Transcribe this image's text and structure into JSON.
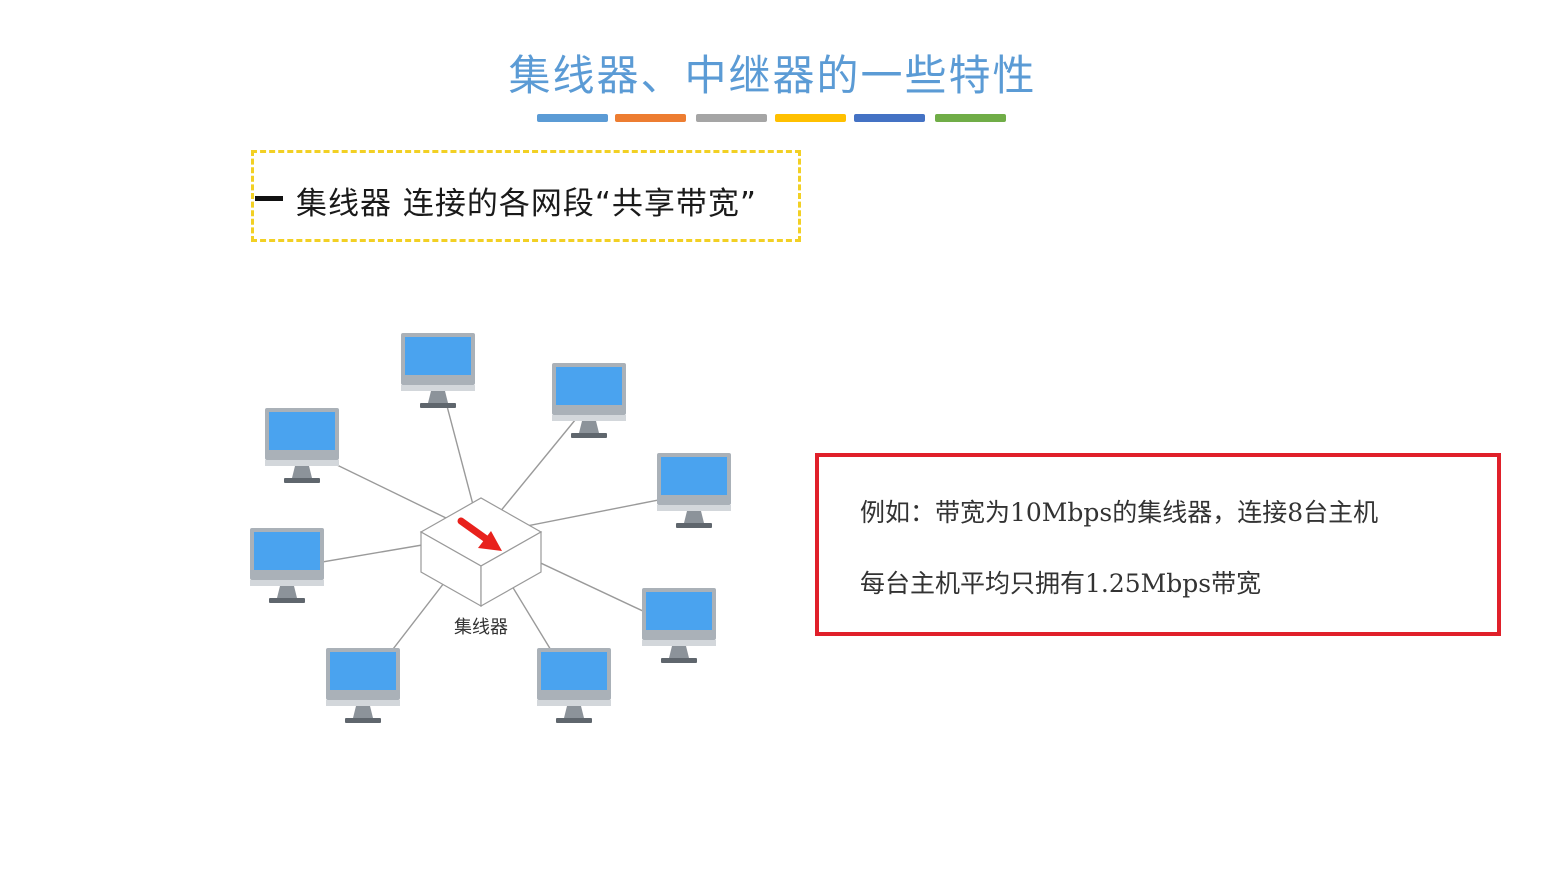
{
  "slide": {
    "title": "集线器、中继器的一些特性",
    "color_bars": [
      "#5b9bd5",
      "#ed7d31",
      "#a5a5a5",
      "#ffc000",
      "#4472c4",
      "#70ad47"
    ],
    "bullet": {
      "text": "集线器 连接的各网段“共享带宽”"
    },
    "diagram": {
      "hub_label": "集线器",
      "host_count": 8,
      "colors": {
        "screen": "#4aa3ef",
        "arrow": "#e8211c"
      }
    },
    "example": {
      "line1": "例如：带宽为10Mbps的集线器，连接8台主机",
      "line2": "每台主机平均只拥有1.25Mbps带宽",
      "border_color": "#e0202a"
    }
  }
}
